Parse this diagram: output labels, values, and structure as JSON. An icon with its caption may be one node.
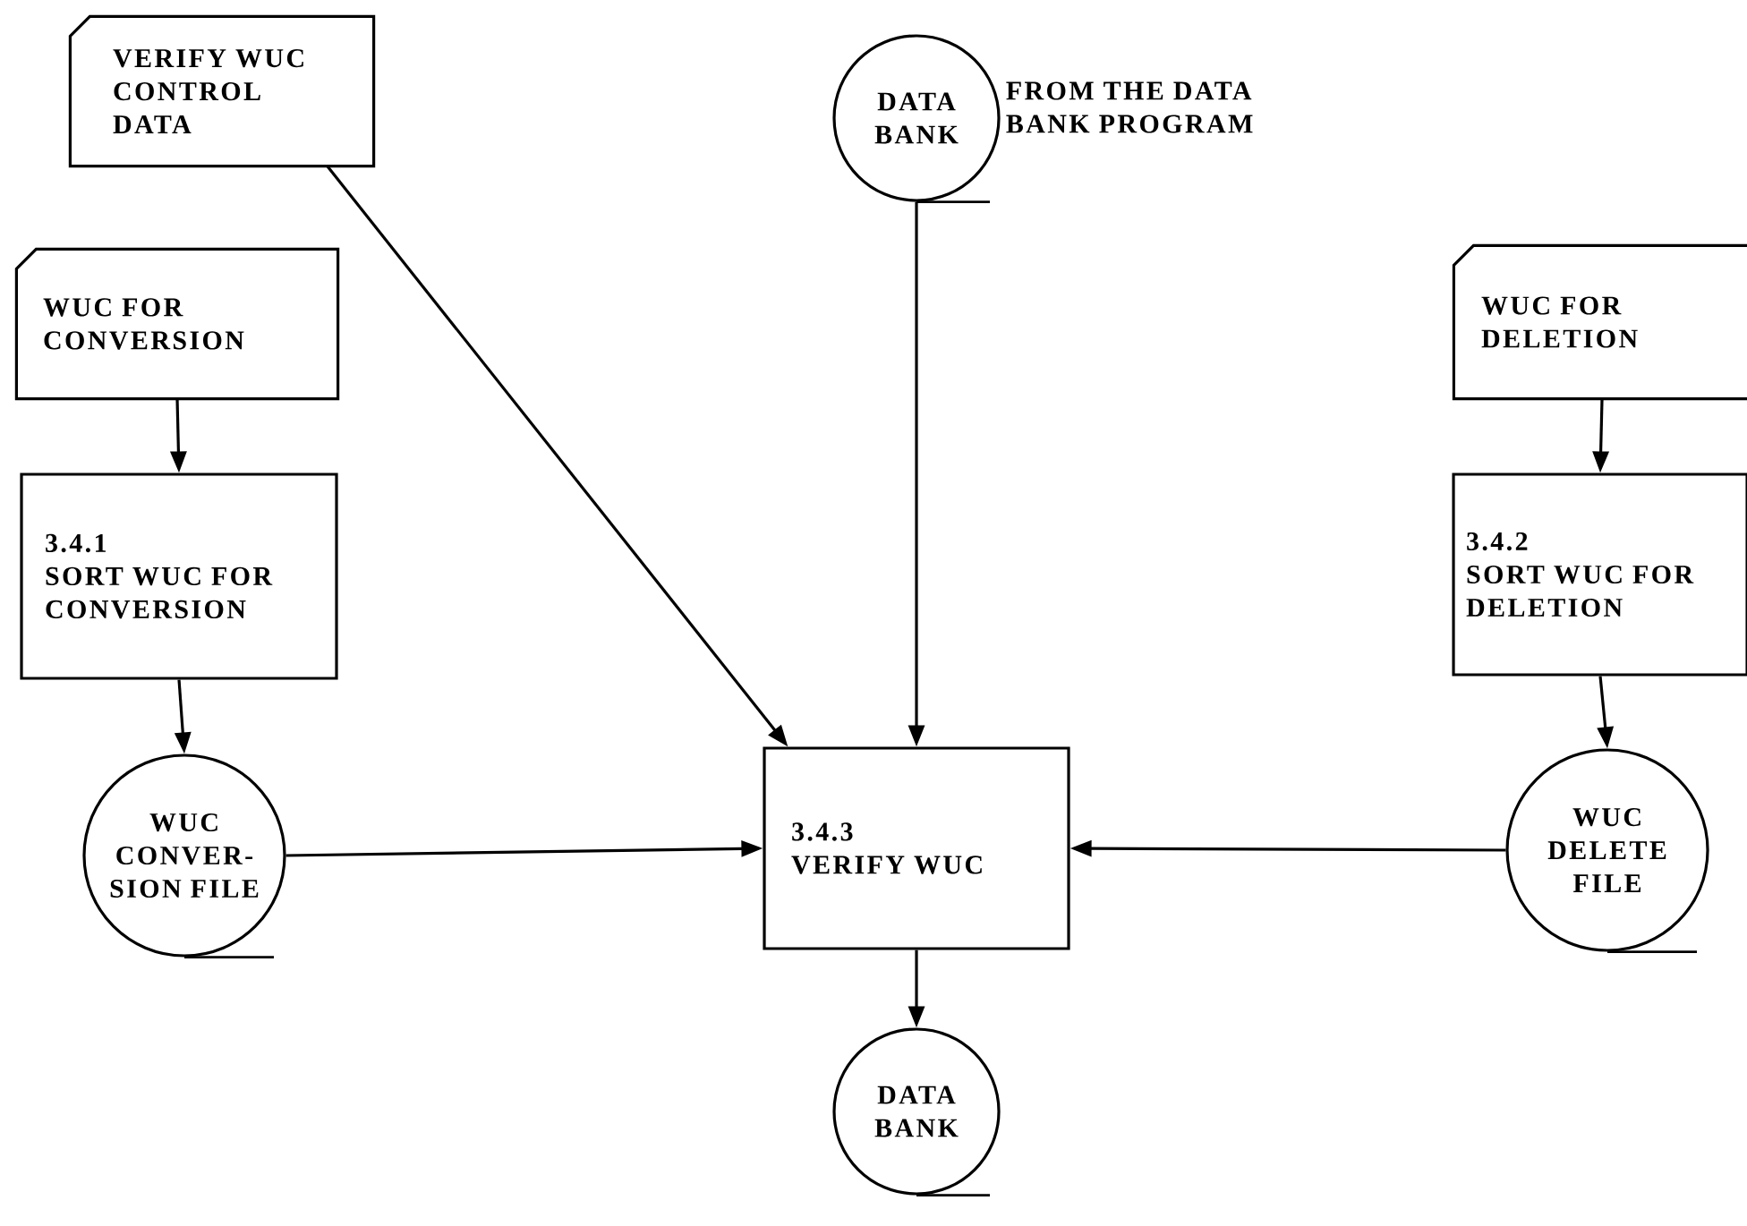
{
  "diagram": {
    "nodes": [
      {
        "text": [
          "VERIFY WUC CONTROL DATA"
        ]
      },
      {
        "text": [
          "DATA BANK"
        ],
        "beside": [
          "FROM THE DATA BANK PROGRAM"
        ]
      },
      {
        "text": [
          "WUC FOR CONVERSION"
        ]
      },
      {
        "text": [
          "WUC FOR DELETION"
        ]
      },
      {
        "text": [
          "3.4.1",
          "SORT WUC FOR CONVERSION"
        ]
      },
      {
        "text": [
          "3.4.2",
          "SORT WUC FOR DELETION"
        ]
      },
      {
        "text": [
          "WUC CONVER- SION FILE"
        ]
      },
      {
        "text": [
          "3.4.3",
          "VERIFY WUC"
        ]
      },
      {
        "text": [
          "WUC DELETE FILE"
        ]
      },
      {
        "text": [
          "DATA BANK"
        ]
      }
    ],
    "edges": [
      {
        "from": 0,
        "to": 7,
        "arrow": "to"
      },
      {
        "from": 1,
        "to": 7,
        "arrow": "to"
      },
      {
        "from": 2,
        "to": 4,
        "arrow": "to"
      },
      {
        "from": 3,
        "to": 5,
        "arrow": "to"
      },
      {
        "from": 4,
        "to": 6,
        "arrow": "to"
      },
      {
        "from": 5,
        "to": 8,
        "arrow": "to"
      },
      {
        "from": 6,
        "to": 7,
        "arrow": "to"
      },
      {
        "from": 8,
        "to": 7,
        "arrow": "to"
      },
      {
        "from": 7,
        "to": 9,
        "arrow": "to"
      }
    ]
  }
}
